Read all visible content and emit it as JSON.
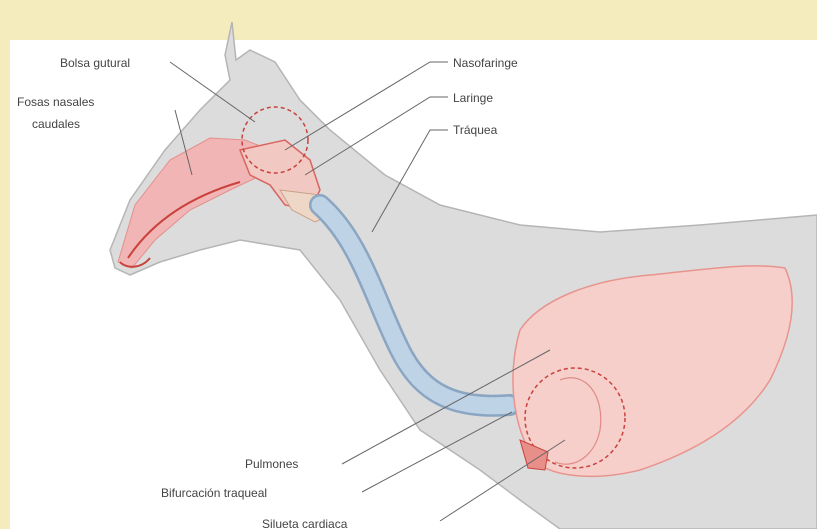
{
  "colors": {
    "banner": "#f5ecbd",
    "body_fill": "#dcdcdc",
    "body_stroke": "#b5b5b5",
    "tissue": "#f2b5b5",
    "tissue_dark": "#d9645f",
    "trachea": "#bfd3e6",
    "trachea_stroke": "#8aa6c2",
    "leader": "#666666",
    "dashed": "#c9423c"
  },
  "labels": {
    "bolsa_gutural": "Bolsa gutural",
    "fosas_line1": "Fosas nasales",
    "fosas_line2": "caudales",
    "nasofaringe": "Nasofaringe",
    "laringe": "Laringe",
    "traquea": "Tráquea",
    "pulmones": "Pulmones",
    "bifurcacion": "Bifurcación  traqueal",
    "silueta": "Silueta cardiaca"
  }
}
